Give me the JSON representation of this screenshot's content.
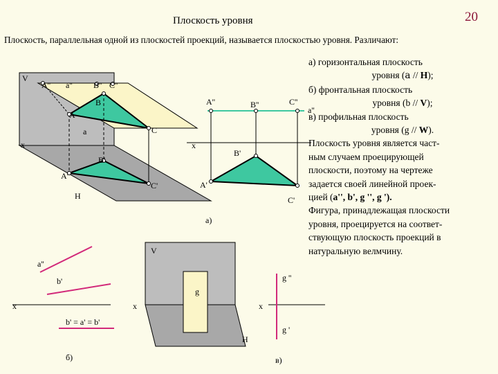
{
  "slide": {
    "title": "Плоскость уровня",
    "page_number": "20",
    "intro": "Плоскость, параллельная одной из плоскостей проекций, называется плоскостью уровня. Различают:"
  },
  "side_text": {
    "a_line1": "а) горизонтальная плоскость",
    "a_line2_pre": "уровня (",
    "a_line2_greek": "a",
    "a_line2_rel": " // ",
    "a_line2_plane": "H",
    "a_line2_post": ");",
    "b_line1": "б) фронтальная плоскость",
    "b_line2_pre": "уровня (",
    "b_line2_greek": "b",
    "b_line2_rel": " // ",
    "b_line2_plane": "V",
    "b_line2_post": ");",
    "v_line1": "в) профильная плоскость",
    "v_line2_pre": "уровня (",
    "v_line2_greek": "g",
    "v_line2_rel": " // ",
    "v_line2_plane": "W",
    "v_line2_post": ").",
    "p1": "Плоскость уровня является част-",
    "p2": "ным случаем проецирующей",
    "p3": "плоскости, поэтому на чертеже",
    "p4": "задается своей линейной проек-",
    "p5_pre": "цией (",
    "p5_list": "a'', b', g '', g ').",
    "p6": "Фигура, принадлежащая плоскости",
    "p7": "уровня, проецируется на соответ-",
    "p8": "ствующую плоскость проекций в",
    "p9": "натуральную велмчину."
  },
  "fig_a3d": {
    "V": "V",
    "x": "x",
    "H": "H",
    "alpha2": "a''",
    "alpha": "a",
    "A2": "A''",
    "B2": "B''",
    "C2": "C''",
    "A": "A",
    "B": "B",
    "C": "C",
    "A1": "A'",
    "B1": "B'",
    "C1": "C'"
  },
  "fig_aepure": {
    "A2": "A''",
    "B2": "B''",
    "C2": "C''",
    "alpha2": "a''",
    "x": "x",
    "A1": "A'",
    "B1": "B'",
    "C1": "C'",
    "caption": "а)"
  },
  "fig_b": {
    "a2": "a''",
    "b2": "b'",
    "x": "x",
    "beta1": "b' = a' = b'",
    "caption": "б)"
  },
  "fig_v3d": {
    "V": "V",
    "x": "x",
    "H": "H",
    "gamma": "g"
  },
  "fig_vepure": {
    "gamma2": "g ''",
    "x": "x",
    "gamma1": "g '",
    "caption": "в)"
  },
  "colors": {
    "fill_green": "#3ec8a0",
    "plane_yellow": "#fbf5c8",
    "gray_plane": "#a8a8a8",
    "pink_line": "#d2297a",
    "accent": "#8b1538"
  }
}
